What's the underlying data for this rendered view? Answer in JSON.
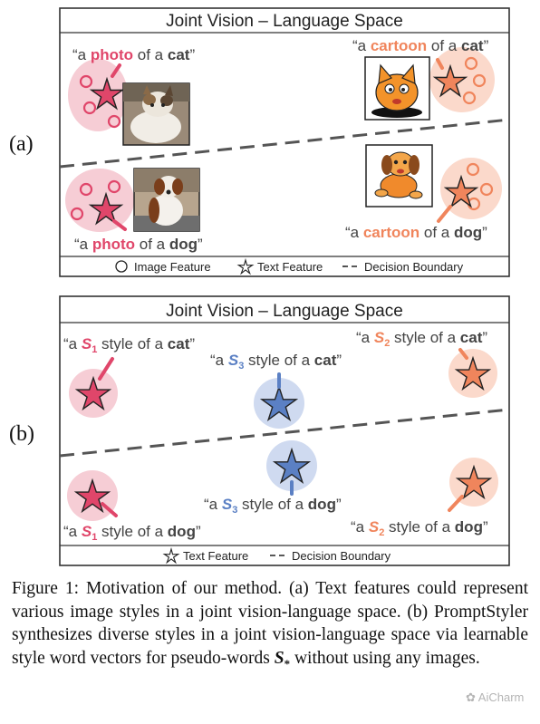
{
  "panel_a": {
    "label": "(a)",
    "title": "Joint Vision – Language Space",
    "texts": {
      "photo_cat": {
        "pre": "“a ",
        "style": "photo",
        "mid": " of a ",
        "obj": "cat",
        "post": "”"
      },
      "cartoon_cat": {
        "pre": "“a ",
        "style": "cartoon",
        "mid": " of a ",
        "obj": "cat",
        "post": "”"
      },
      "photo_dog": {
        "pre": "“a ",
        "style": "photo",
        "mid": " of a ",
        "obj": "dog",
        "post": "”"
      },
      "cartoon_dog": {
        "pre": "“a ",
        "style": "cartoon",
        "mid": " of a ",
        "obj": "dog",
        "post": "”"
      }
    },
    "legend": {
      "image_feature": "Image Feature",
      "text_feature": "Text Feature",
      "decision_boundary": "Decision Boundary"
    }
  },
  "panel_b": {
    "label": "(b)",
    "title": "Joint Vision – Language Space",
    "texts": {
      "s1_cat": {
        "pre": "“a ",
        "s": "S",
        "sub": "1",
        "mid": " style of a ",
        "obj": "cat",
        "post": "”"
      },
      "s2_cat": {
        "pre": "“a ",
        "s": "S",
        "sub": "2",
        "mid": " style of a ",
        "obj": "cat",
        "post": "”"
      },
      "s3_cat": {
        "pre": "“a ",
        "s": "S",
        "sub": "3",
        "mid": " style of a ",
        "obj": "cat",
        "post": "”"
      },
      "s3_dog": {
        "pre": "“a ",
        "s": "S",
        "sub": "3",
        "mid": " style of a ",
        "obj": "dog",
        "post": "”"
      },
      "s1_dog": {
        "pre": "“a ",
        "s": "S",
        "sub": "1",
        "mid": " style of a ",
        "obj": "dog",
        "post": "”"
      },
      "s2_dog": {
        "pre": "“a ",
        "s": "S",
        "sub": "2",
        "mid": " style of a ",
        "obj": "dog",
        "post": "”"
      }
    },
    "legend": {
      "text_feature": "Text Feature",
      "decision_boundary": "Decision Boundary"
    }
  },
  "caption": {
    "lead": "Figure 1: Motivation of our method. (a) Text features could represent various image styles in a joint vision-language space. (b) PromptStyler synthesizes diverse styles in a joint vision-language space via learnable style word vectors for pseudo-words ",
    "symbol": "S",
    "symbol_sub": "*",
    "tail": " without using any images."
  },
  "watermark": "AiCharm",
  "colors": {
    "photo": "#e0466a",
    "cartoon": "#f0855c",
    "s3": "#5b80c4",
    "photo_fill": "#f6cdd5",
    "cartoon_fill": "#fbd9cb",
    "s3_fill": "#cfdaf0"
  }
}
